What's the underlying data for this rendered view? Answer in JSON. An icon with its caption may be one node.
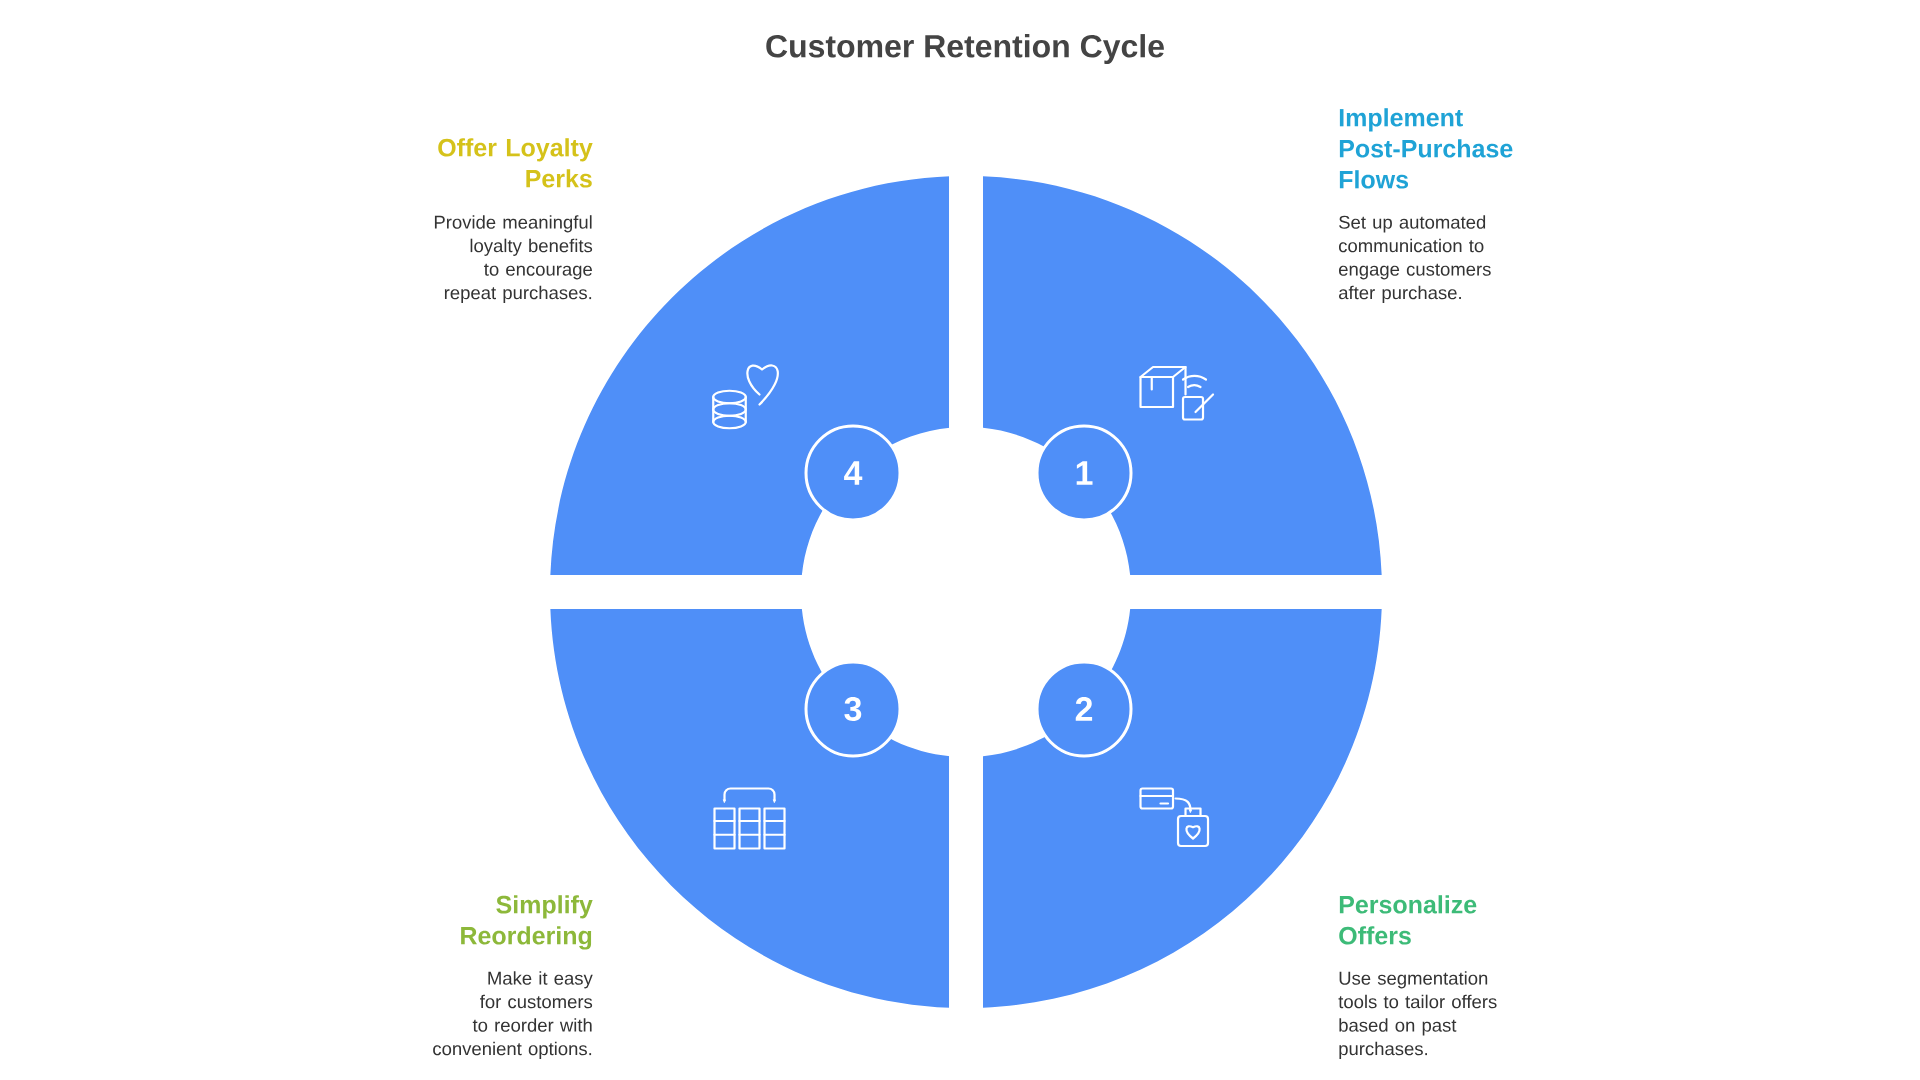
{
  "diagram": {
    "title": "Customer Retention Cycle",
    "nodes": [
      {
        "text": [
          "1"
        ],
        "beside": [
          "Implement Post-Purchase Flows",
          "Set up automated communication to engage customers after purchase."
        ]
      },
      {
        "text": [
          "2"
        ],
        "beside": [
          "Personalize Offers",
          "Use segmentation tools to tailor offers based on past purchases."
        ]
      },
      {
        "text": [
          "3"
        ],
        "beside": [
          "Simplify Reordering",
          "Make it easy for customers to reorder with convenient options."
        ]
      },
      {
        "text": [
          "4"
        ],
        "beside": [
          "Offer Loyalty Perks",
          "Provide meaningful loyalty benefits to encourage repeat purchases."
        ]
      }
    ]
  }
}
